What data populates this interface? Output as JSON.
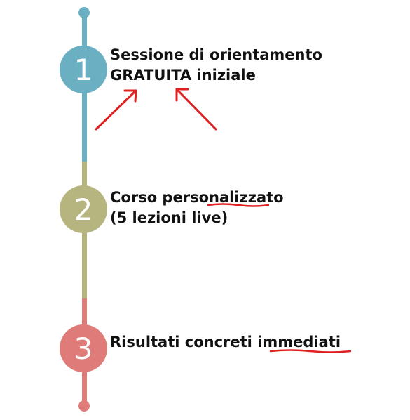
{
  "steps": [
    {
      "number": "1",
      "lines": [
        "Sessione di orientamento",
        "GRATUITA iniziale"
      ],
      "color": "#6aafc2"
    },
    {
      "number": "2",
      "lines": [
        "Corso personalizzato",
        "(5 lezioni live)"
      ],
      "color": "#b6b57f"
    },
    {
      "number": "3",
      "lines": [
        "Risultati concreti immediati"
      ],
      "color": "#df7c7a"
    }
  ],
  "colors": {
    "segment_1": "#6aafc2",
    "segment_2": "#b6b57f",
    "segment_3": "#df7c7a",
    "annotation": "#e02020",
    "text": "#111111",
    "number_text": "#ffffff"
  },
  "annotations": {
    "arrows": "two red arrows pointing to GRATUITA",
    "underlines": [
      "sonalizz",
      "immediati"
    ]
  }
}
